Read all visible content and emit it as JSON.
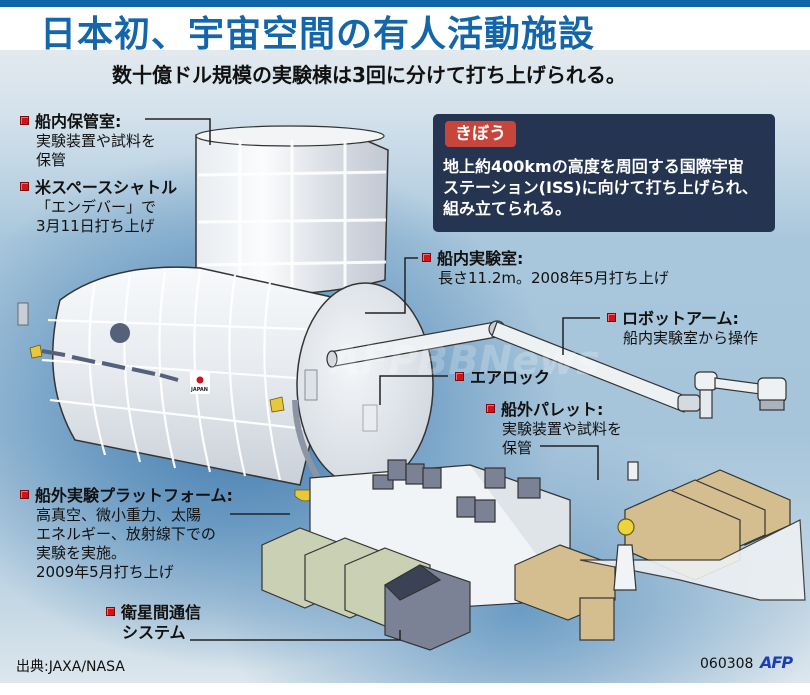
{
  "header": {
    "title": "日本初、宇宙空間の有人活動施設",
    "subtitle": "数十億ドル規模の実験棟は3回に分けて打ち上げられる。"
  },
  "info_box": {
    "badge": "きぼう",
    "text": "地上約400kmの高度を周回する国際宇宙\nステーション(ISS)に向けて打ち上げられ、\n組み立てられる。"
  },
  "callouts": {
    "storage": {
      "head": "船内保管室:",
      "lines": [
        "実験装置や試料を",
        "保管"
      ]
    },
    "shuttle": {
      "head": "米スペースシャトル",
      "lines": [
        "「エンデバー」で",
        "3月11日打ち上げ"
      ]
    },
    "lab": {
      "head": "船内実験室:",
      "lines": [
        "長さ11.2m。2008年5月打ち上げ"
      ]
    },
    "arm": {
      "head": "ロボットアーム:",
      "lines": [
        "船内実験室から操作"
      ]
    },
    "airlock": {
      "head": "エアロック"
    },
    "pallet": {
      "head": "船外パレット:",
      "lines": [
        "実験装置や試料を",
        "保管"
      ]
    },
    "platform": {
      "head": "船外実験プラットフォーム:",
      "lines": [
        "高真空、微小重力、太陽",
        "エネルギー、放射線下での",
        "実験を実施。",
        "2009年5月打ち上げ"
      ]
    },
    "comm": {
      "head": "衛星間通信",
      "lines": [
        "システム"
      ]
    }
  },
  "illustration": {
    "flag_label": "JAPAN",
    "watermark": "AFPBBNews"
  },
  "footer": {
    "source": "出典:JAXA/NASA",
    "date_code": "060308",
    "agency": "AFP"
  },
  "colors": {
    "title_blue": "#1466aa",
    "top_band": "#1065a8",
    "info_box_bg": "#253450",
    "badge_red": "#c8453c",
    "bullet_red": "#d0121b",
    "module_white": "#eef1f4",
    "equipment_green": "#c9d0b4",
    "equipment_tan": "#d4bd8f",
    "equipment_gray": "#7a8194"
  }
}
